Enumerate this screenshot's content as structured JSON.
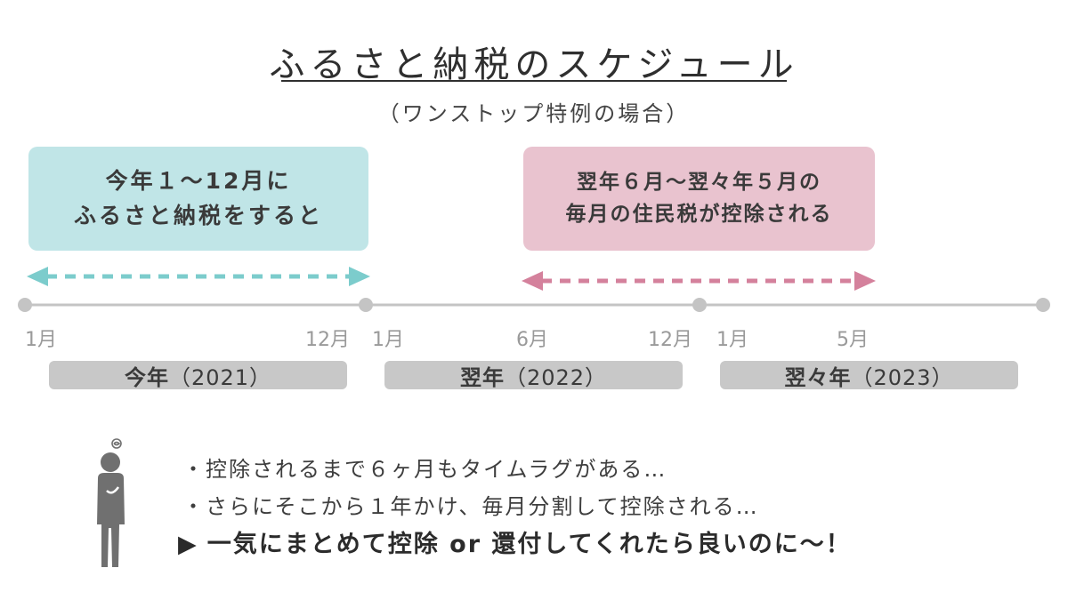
{
  "title": "ふるさと納税のスケジュール",
  "subtitle": "（ワンストップ特例の場合）",
  "box_left": {
    "line1": "今年１～12月に",
    "line2": "ふるさと納税をすると",
    "color": "#c0e5e7"
  },
  "box_right": {
    "line1": "翌年６月～翌々年５月の",
    "line2": "毎月の住民税が控除される",
    "color": "#e9c3cf"
  },
  "arrow_colors": {
    "left": "#7ccccc",
    "right": "#d4819c"
  },
  "timeline_color": "#c4c4c4",
  "months": {
    "m1": "1月",
    "m2": "12月",
    "m3": "1月",
    "m4": "6月",
    "m5": "12月",
    "m6": "1月",
    "m7": "5月"
  },
  "years": [
    {
      "label": "今年",
      "year": "（2021）"
    },
    {
      "label": "翌年",
      "year": "（2022）"
    },
    {
      "label": "翌々年",
      "year": "（2023）"
    }
  ],
  "year_bar_color": "#c8c8c8",
  "notes": {
    "line1": "・控除されるまで６ヶ月もタイムラグがある…",
    "line2": "・さらにそこから１年かけ、毎月分割して控除される…",
    "triangle": "▶",
    "conclusion": "一気にまとめて控除 or 還付してくれたら良いのに～！"
  },
  "person_icon": "worried-person-icon"
}
